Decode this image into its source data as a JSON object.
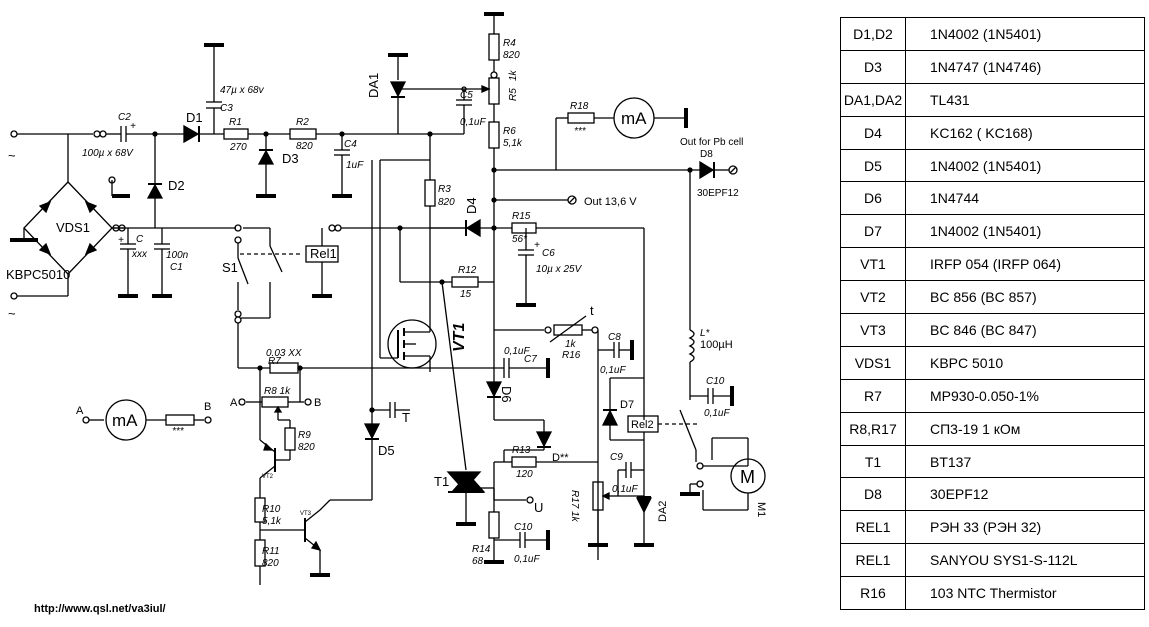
{
  "source_url": "http://www.qsl.net/va3iul/",
  "parts_table": [
    {
      "ref": "D1,D2",
      "part": "1N4002 (1N5401)"
    },
    {
      "ref": "D3",
      "part": "1N4747 (1N4746)"
    },
    {
      "ref": "DA1,DA2",
      "part": "TL431"
    },
    {
      "ref": "D4",
      "part": "KC162 ( KC168)"
    },
    {
      "ref": "D5",
      "part": "1N4002 (1N5401)"
    },
    {
      "ref": "D6",
      "part": "1N4744"
    },
    {
      "ref": "D7",
      "part": "1N4002 (1N5401)"
    },
    {
      "ref": "VT1",
      "part": "IRFP 054 (IRFP 064)"
    },
    {
      "ref": "VT2",
      "part": "BC 856 (BC 857)"
    },
    {
      "ref": "VT3",
      "part": "BC 846 (BC 847)"
    },
    {
      "ref": "VDS1",
      "part": "KBPC 5010"
    },
    {
      "ref": "R7",
      "part": "MP930-0.050-1%"
    },
    {
      "ref": "R8,R17",
      "part": "СП3-19 1 кОм"
    },
    {
      "ref": "T1",
      "part": "BT137"
    },
    {
      "ref": "D8",
      "part": "30EPF12"
    },
    {
      "ref": "REL1",
      "part": "РЭН 33 (РЭН 32)"
    },
    {
      "ref": "REL1",
      "part": "SANYOU SYS1-S-112L"
    },
    {
      "ref": "R16",
      "part": "103 NTC Thermistor"
    }
  ],
  "labels": {
    "c2": "C2",
    "c2v": "100µ x 68V",
    "c3v": "47µ x 68v",
    "c3": "C3",
    "d1": "D1",
    "r1": "R1",
    "r1v": "270",
    "r2": "R2",
    "r2v": "820",
    "c4": "C4",
    "c4v": "1uF",
    "d3": "D3",
    "d2": "D2",
    "vds1": "VDS1",
    "kbpc": "KBPC5010",
    "c": "C",
    "cv": "xxx",
    "c1v": "100n",
    "c1": "C1",
    "s1": "S1",
    "rel1": "Rel1",
    "da1": "DA1",
    "c5": "C5",
    "c5v": "0,1uF",
    "r4": "R4",
    "r4v": "820",
    "r5": "R5",
    "r5v": "1k",
    "r6": "R6",
    "r6v": "5,1k",
    "r18": "R18",
    "r18v": "***",
    "ma": "mA",
    "pbcell": "Out for Pb cell",
    "d8": "D8",
    "d8v": "30EPF12",
    "out136": "Out 13,6 V",
    "r3": "R3",
    "r3v": "820",
    "d4": "D4",
    "r15": "R15",
    "r15v": "56*",
    "c6": "C6",
    "c6v": "10µ x 25V",
    "r12": "R12",
    "r12v": "15",
    "t": "t",
    "r16v": "1k",
    "r16": "R16",
    "c8": "C8",
    "c8v": "0,1uF",
    "lstar": "L*",
    "lv": "100µH",
    "vt1": "VT1",
    "r7v": "0.03 XX",
    "r7": "R7",
    "c7v": "0,1uF",
    "c7": "C7",
    "d6": "D6",
    "c10": "C10",
    "c10v": "0,1uF",
    "r8": "R8 1k",
    "a": "A",
    "b": "B",
    "T": "T",
    "d7": "D7",
    "rel2": "Rel2",
    "r9": "R9",
    "r9v": "820",
    "d5": "D5",
    "r13": "R13",
    "r13v": "120",
    "dstar": "D**",
    "c9": "C9",
    "c9v": "0,1uF",
    "vt2": "VT2",
    "t1": "T1",
    "r17": "R17 1k",
    "da2": "DA2",
    "m": "M",
    "m1": "M1",
    "r10": "R10",
    "r10v": "5,1k",
    "vt3": "VT3",
    "U": "U",
    "c10b": "C10",
    "c10bv": "0,1uF",
    "r14": "R14",
    "r14v": "68",
    "r11": "R11",
    "r11v": "820",
    "ma2": "mA",
    "aa": "A",
    "bb": "B",
    "stars": "***"
  }
}
